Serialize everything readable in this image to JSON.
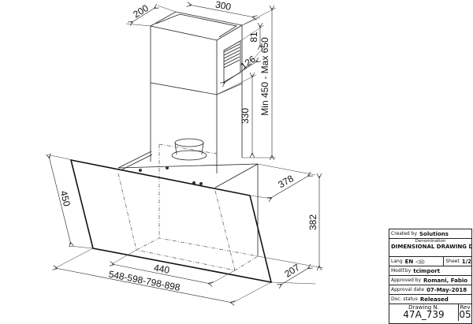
{
  "drawing": {
    "dimensions": {
      "width_top": "300",
      "depth_top": "200",
      "grille_height": "81",
      "grille_width": "126",
      "chimney_range": "Min  450  -  Max  650",
      "chimney_lower": "330",
      "glass_height": "450",
      "inner_width": "440",
      "total_widths": "548-598-798-898",
      "depth_top_hood": "378",
      "hood_height": "382",
      "depth_bottom": "207"
    }
  },
  "title_block": {
    "created_by_label": "Created by",
    "created_by": "Solutions",
    "denomination_label": "Denomination",
    "denomination": "DIMENSIONAL DRAWING DAISY",
    "lang_label": "Lang",
    "lang": "EN",
    "sheet_label": "Sheet",
    "sheet": "1/2",
    "modif_label": "Modif.by",
    "modif": "tcimport",
    "approved_label": "Approved by",
    "approved": "Romani, Fabio",
    "approval_date_label": "Approval date",
    "approval_date": "07-May-2018",
    "doc_status_label": "Doc. status",
    "doc_status": "Released",
    "drawing_no_label": "Drawing N.",
    "drawing_no": "47A_739",
    "rev_label": "Rev",
    "rev": "05"
  }
}
